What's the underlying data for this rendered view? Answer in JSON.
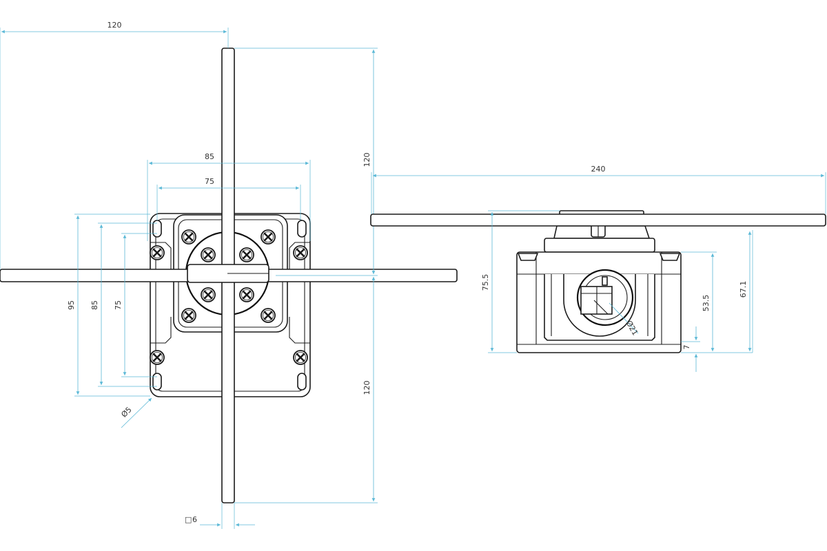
{
  "dimensions": {
    "top_left_width": "120",
    "top_arm_height": "120",
    "bottom_arm_height": "120",
    "body_width_outer": "85",
    "body_width_inner": "75",
    "height_95": "95",
    "height_85": "85",
    "height_75": "75",
    "hole_diameter": "Ø5",
    "rod_square": "6",
    "side_length": "240",
    "side_height_total": "75.5",
    "side_height_body": "53.5",
    "side_height_axis": "67.1",
    "side_base": "7",
    "hub_diameter": "Ø21"
  },
  "symbols": {
    "square_symbol": "□"
  },
  "colors": {
    "dimension_line": "#5ab8d6",
    "part_line": "#1a1a1a",
    "text": "#333333"
  }
}
